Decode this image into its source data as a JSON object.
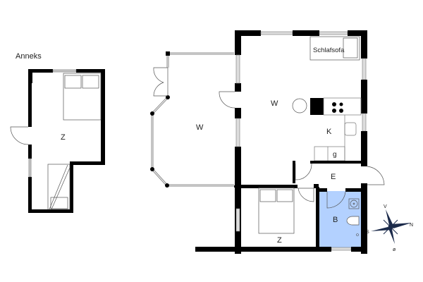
{
  "plan": {
    "annex_title": "Anneks",
    "rooms": {
      "annex_bedroom": "Z",
      "living_left": "W",
      "living_right": "W",
      "sofa": "Schlafsofa",
      "kitchen": "K",
      "kitchen_g": "g",
      "entrance": "E",
      "bathroom": "B",
      "bedroom": "Z"
    },
    "compass": {
      "north": "N",
      "south": "S",
      "east": "ø",
      "west": "V"
    },
    "colors": {
      "wall": "#000000",
      "bathroom": "#b3d1ff",
      "window": "#cccccc",
      "line": "#555555",
      "compass": "#1b2a4a"
    }
  }
}
